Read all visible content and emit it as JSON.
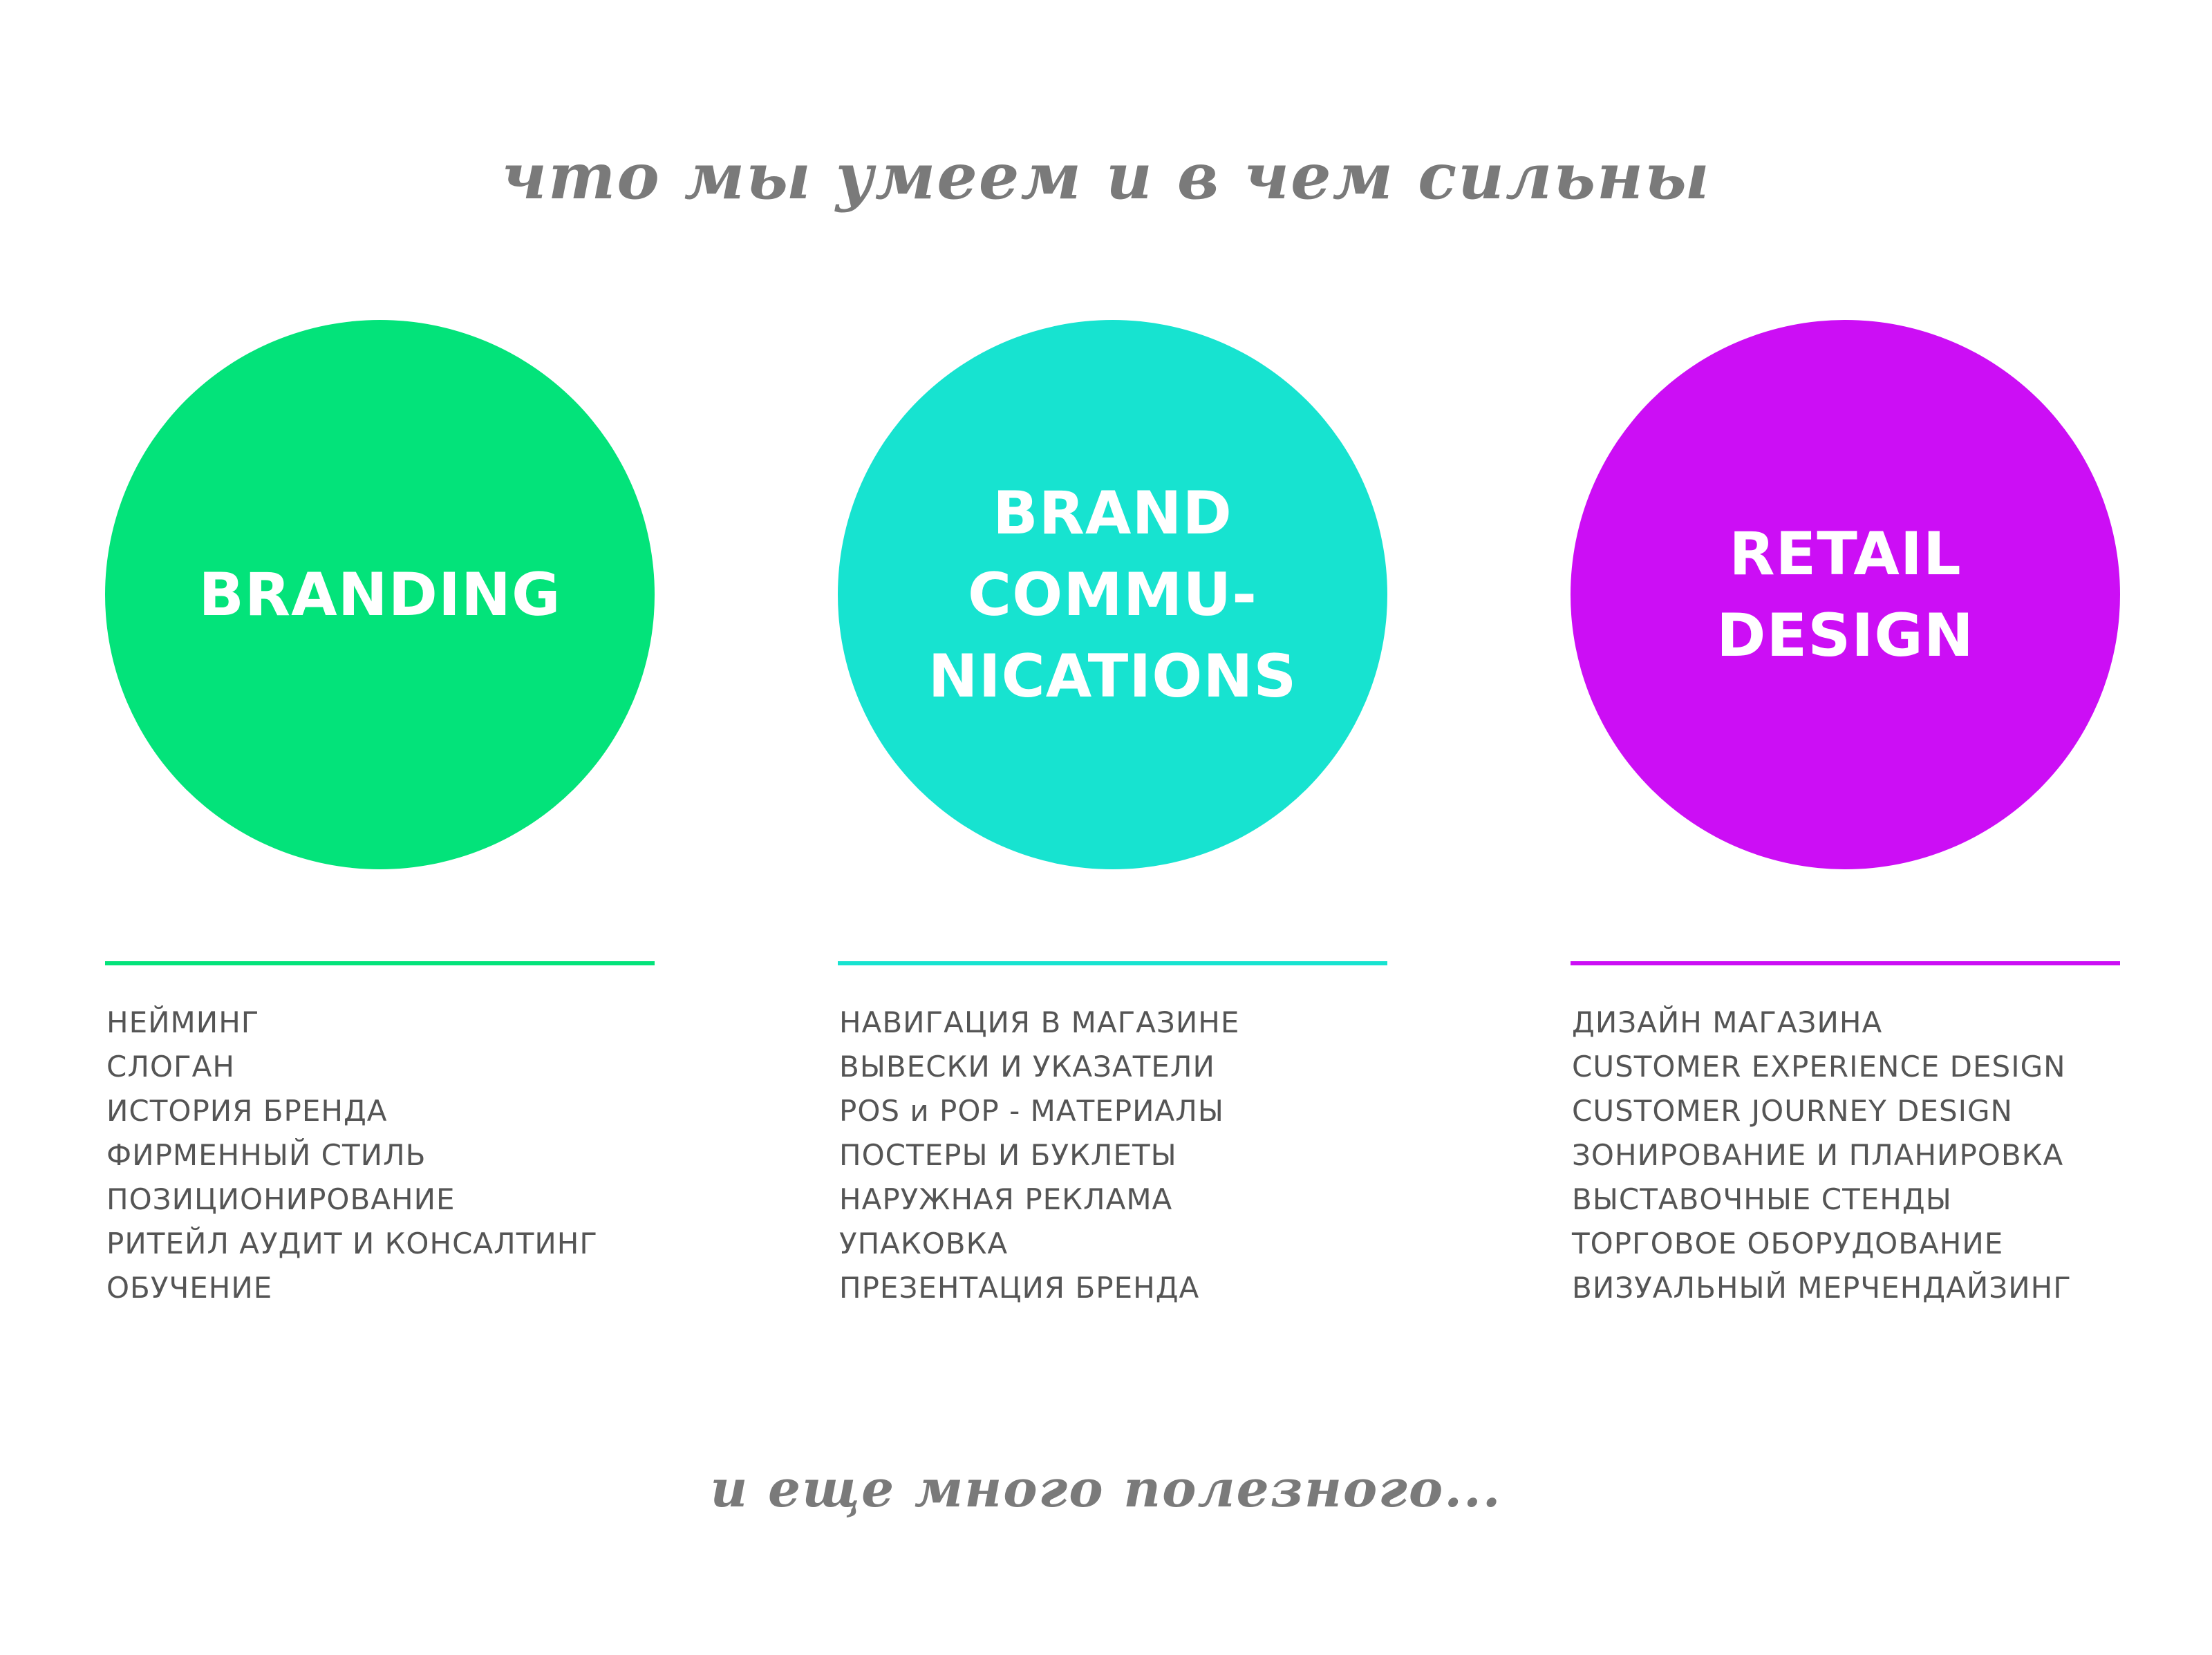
{
  "header": {
    "title": "что мы умеем и в чем сильны"
  },
  "footer": {
    "text": "и еще много полезного..."
  },
  "colors": {
    "branding": "#03e37a",
    "communications": "#17e3d0",
    "retail": "#cc0ef5",
    "text": "#555555",
    "heading": "#7a7a7a"
  },
  "columns": [
    {
      "title": "BRANDING",
      "items": [
        "НЕЙМИНГ",
        "СЛОГАН",
        "ИСТОРИЯ БРЕНДА",
        "ФИРМЕННЫЙ СТИЛЬ",
        "ПОЗИЦИОНИРОВАНИЕ",
        "РИТЕЙЛ АУДИТ И КОНСАЛТИНГ",
        "ОБУЧЕНИЕ"
      ]
    },
    {
      "title": "BRAND\nCOMMU-\nNICATIONS",
      "items": [
        "НАВИГАЦИЯ В МАГАЗИНЕ",
        "ВЫВЕСКИ И УКАЗАТЕЛИ",
        "POS и POP - МАТЕРИАЛЫ",
        "ПОСТЕРЫ И БУКЛЕТЫ",
        "НАРУЖНАЯ РЕКЛАМА",
        "УПАКОВКА",
        "ПРЕЗЕНТАЦИЯ БРЕНДА"
      ]
    },
    {
      "title": "RETAIL\nDESIGN",
      "items": [
        "ДИЗАЙН МАГАЗИНА",
        "CUSTOMER EXPERIENCE DESIGN",
        "CUSTOMER JOURNEY DESIGN",
        "ЗОНИРОВАНИЕ И ПЛАНИРОВКА",
        "ВЫСТАВОЧНЫЕ СТЕНДЫ",
        "ТОРГОВОЕ ОБОРУДОВАНИЕ",
        "ВИЗУАЛЬНЫЙ МЕРЧЕНДАЙЗИНГ"
      ]
    }
  ]
}
